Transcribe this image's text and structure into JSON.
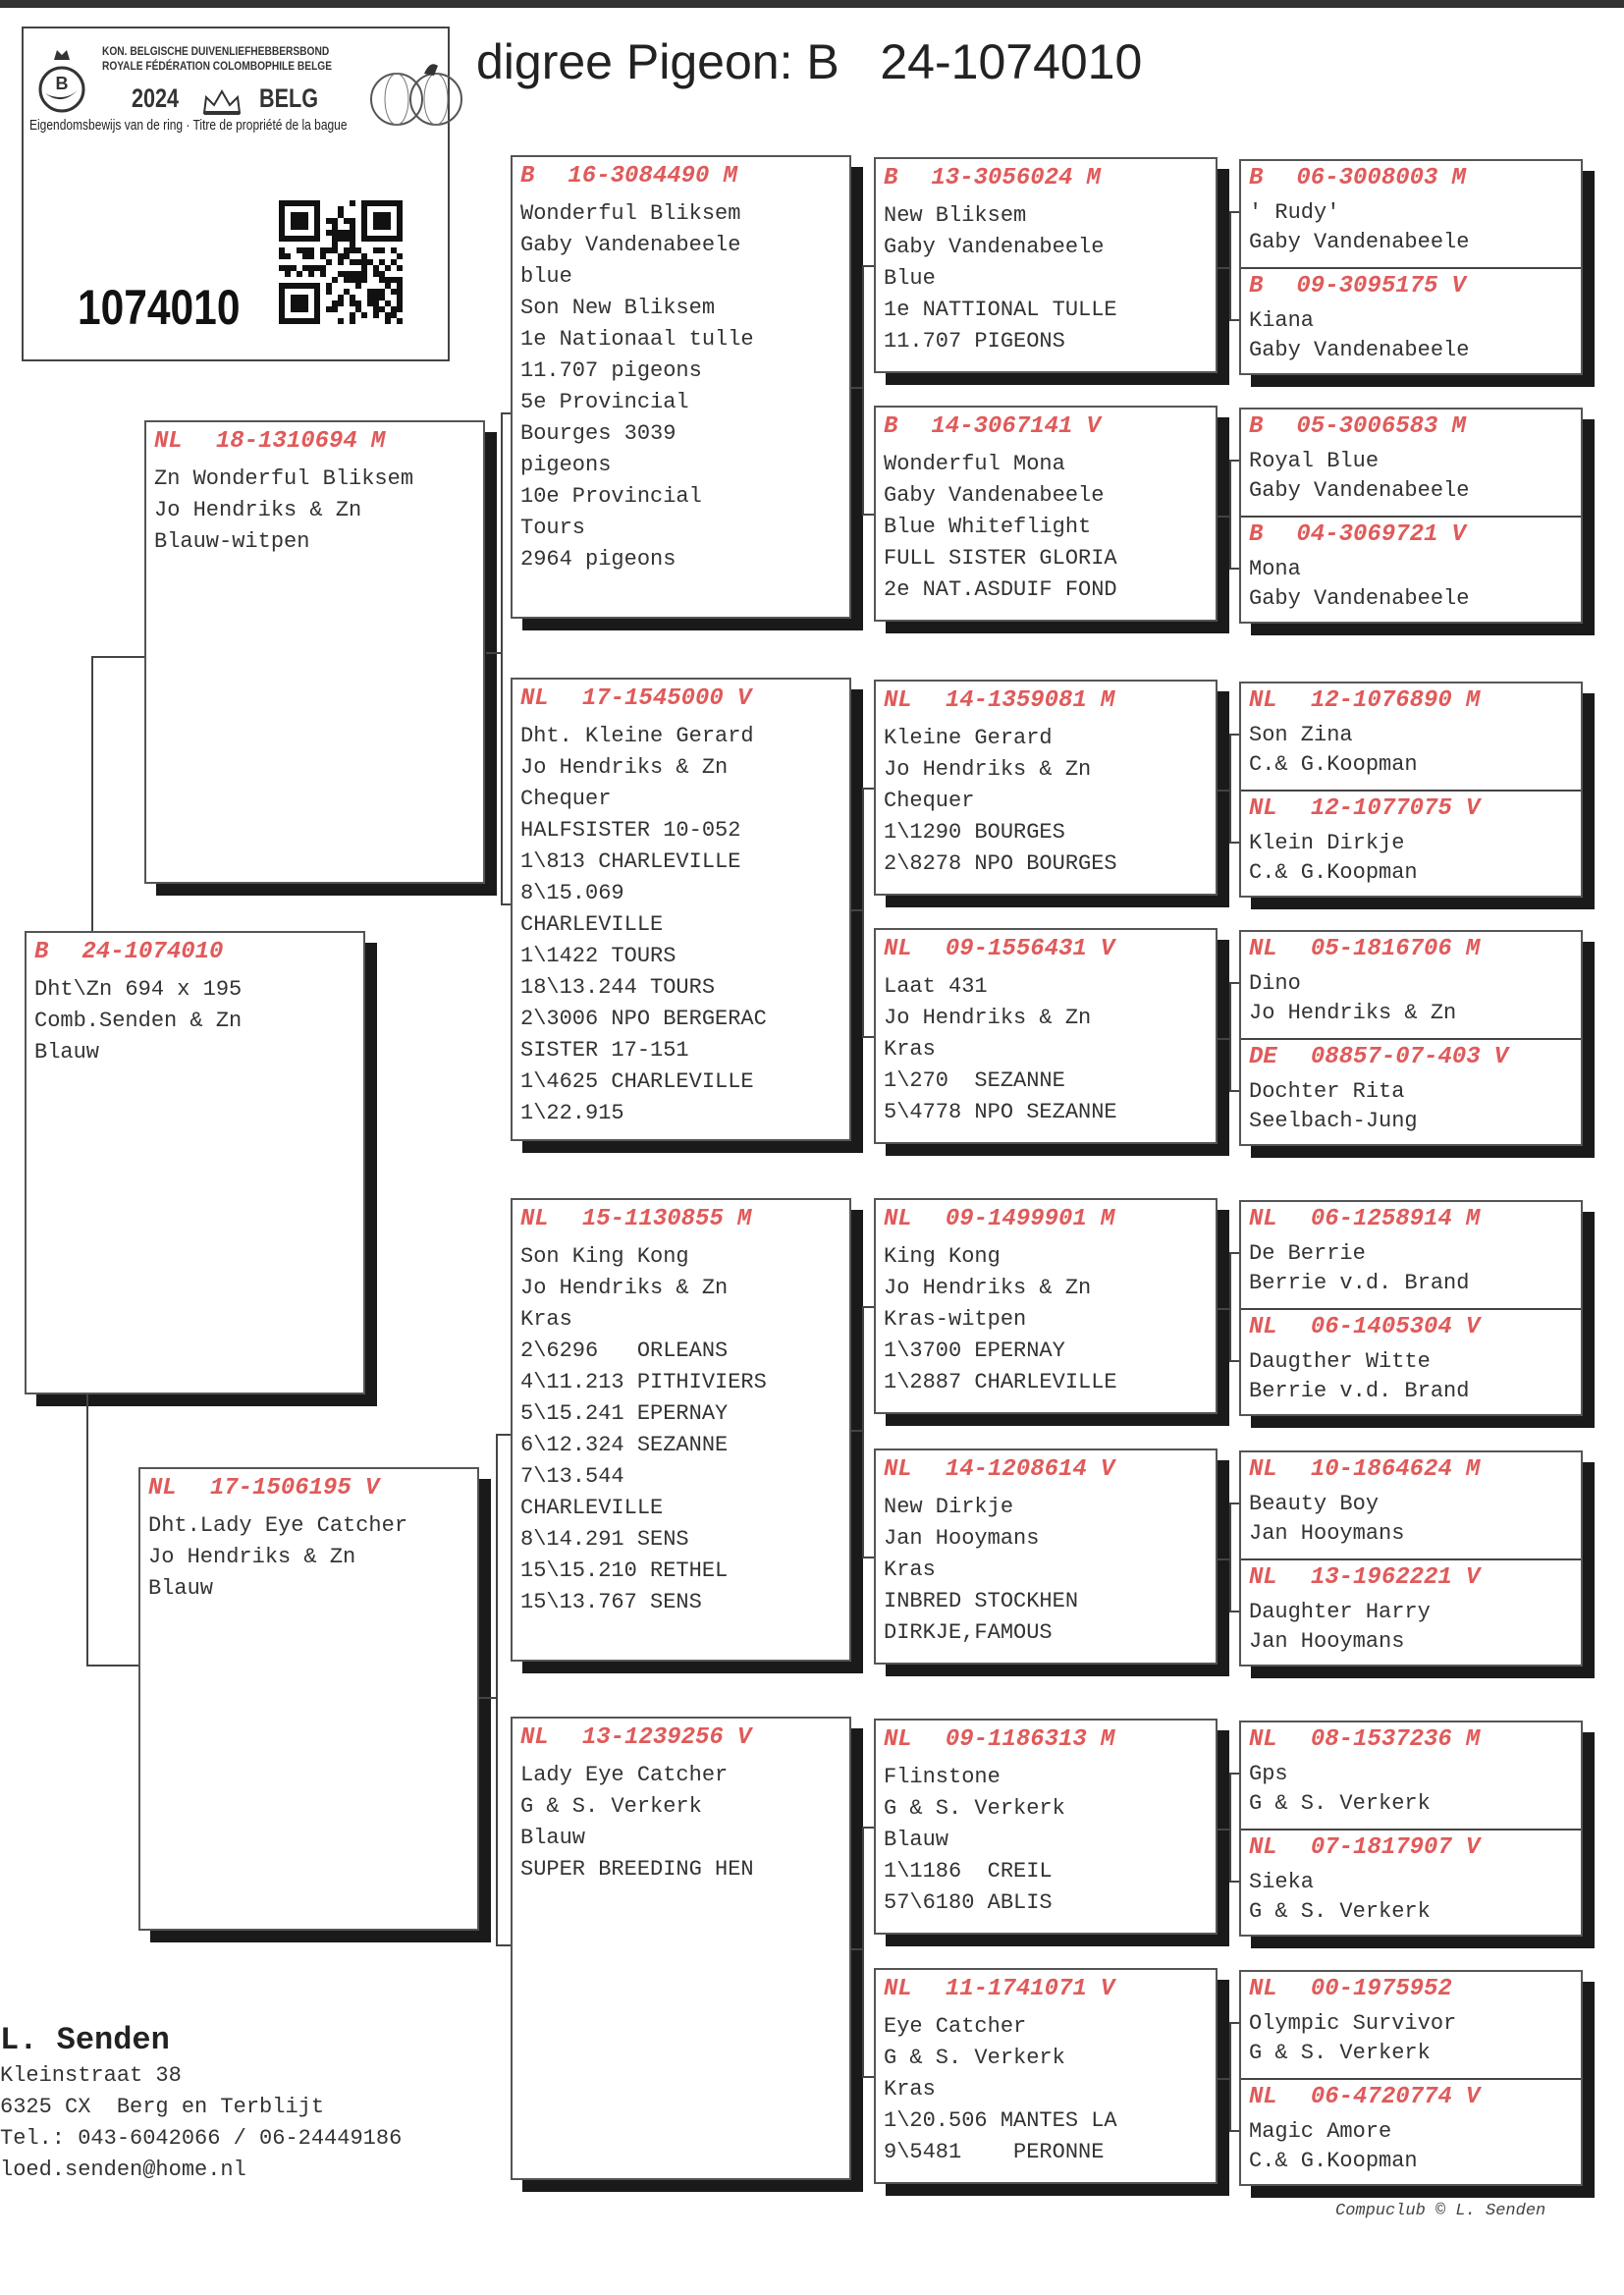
{
  "ring_card": {
    "org_line1": "KON. BELGISCHE DUIVENLIEFHEBBERSBOND",
    "org_line2": "ROYALE FÉDÉRATION COLOMBOPHILE BELGE",
    "year": "2024",
    "country": "BELG",
    "ownership": "Eigendomsbewijs van de ring · Titre de propriété de la bague",
    "ring_number": "1074010"
  },
  "title": "digree Pigeon: B   24-1074010",
  "pedigree": {
    "subject": {
      "country": "B",
      "ring": "24-1074010",
      "sex": "",
      "lines": [
        "Dht\\Zn 694 x 195",
        "Comb.Senden & Zn",
        "Blauw"
      ]
    },
    "gen1": [
      {
        "country": "NL",
        "ring": "18-1310694",
        "sex": "M",
        "lines": [
          "Zn Wonderful Bliksem",
          "Jo Hendriks & Zn",
          "Blauw-witpen"
        ]
      },
      {
        "country": "NL",
        "ring": "17-1506195",
        "sex": "V",
        "lines": [
          "Dht.Lady Eye Catcher",
          "Jo Hendriks & Zn",
          "Blauw"
        ]
      }
    ],
    "gen2": [
      {
        "country": "B",
        "ring": "16-3084490",
        "sex": "M",
        "lines": [
          "Wonderful Bliksem",
          "Gaby Vandenabeele",
          "blue",
          "Son New Bliksem",
          "1e Nationaal tulle",
          "11.707 pigeons",
          "5e Provincial",
          "Bourges 3039",
          "pigeons",
          "10e Provincial",
          "Tours",
          "2964 pigeons"
        ]
      },
      {
        "country": "NL",
        "ring": "17-1545000",
        "sex": "V",
        "lines": [
          "Dht. Kleine Gerard",
          "Jo Hendriks & Zn",
          "Chequer",
          "HALFSISTER 10-052",
          "1\\813 CHARLEVILLE",
          "8\\15.069",
          "CHARLEVILLE",
          "1\\1422 TOURS",
          "18\\13.244 TOURS",
          "2\\3006 NPO BERGERAC",
          "SISTER 17-151",
          "1\\4625 CHARLEVILLE",
          "1\\22.915"
        ]
      },
      {
        "country": "NL",
        "ring": "15-1130855",
        "sex": "M",
        "lines": [
          "Son King Kong",
          "Jo Hendriks & Zn",
          "Kras",
          "2\\6296   ORLEANS",
          "4\\11.213 PITHIVIERS",
          "5\\15.241 EPERNAY",
          "6\\12.324 SEZANNE",
          "7\\13.544",
          "CHARLEVILLE",
          "8\\14.291 SENS",
          "15\\15.210 RETHEL",
          "15\\13.767 SENS"
        ]
      },
      {
        "country": "NL",
        "ring": "13-1239256",
        "sex": "V",
        "lines": [
          "Lady Eye Catcher",
          "G & S. Verkerk",
          "Blauw",
          "SUPER BREEDING HEN"
        ]
      }
    ],
    "gen3": [
      {
        "country": "B",
        "ring": "13-3056024",
        "sex": "M",
        "lines": [
          "New Bliksem",
          "Gaby Vandenabeele",
          "Blue",
          "1e NATTIONAL TULLE",
          "11.707 PIGEONS"
        ]
      },
      {
        "country": "B",
        "ring": "14-3067141",
        "sex": "V",
        "lines": [
          "Wonderful Mona",
          "Gaby Vandenabeele",
          "Blue Whiteflight",
          "FULL SISTER GLORIA",
          "2e NAT.ASDUIF FOND"
        ]
      },
      {
        "country": "NL",
        "ring": "14-1359081",
        "sex": "M",
        "lines": [
          "Kleine Gerard",
          "Jo Hendriks & Zn",
          "Chequer",
          "1\\1290 BOURGES",
          "2\\8278 NPO BOURGES"
        ]
      },
      {
        "country": "NL",
        "ring": "09-1556431",
        "sex": "V",
        "lines": [
          "Laat 431",
          "Jo Hendriks & Zn",
          "Kras",
          "1\\270  SEZANNE",
          "5\\4778 NPO SEZANNE"
        ]
      },
      {
        "country": "NL",
        "ring": "09-1499901",
        "sex": "M",
        "lines": [
          "King Kong",
          "Jo Hendriks & Zn",
          "Kras-witpen",
          "1\\3700 EPERNAY",
          "1\\2887 CHARLEVILLE"
        ]
      },
      {
        "country": "NL",
        "ring": "14-1208614",
        "sex": "V",
        "lines": [
          "New Dirkje",
          "Jan Hooymans",
          "Kras",
          "INBRED STOCKHEN",
          "DIRKJE,FAMOUS"
        ]
      },
      {
        "country": "NL",
        "ring": "09-1186313",
        "sex": "M",
        "lines": [
          "Flinstone",
          "G & S. Verkerk",
          "Blauw",
          "1\\1186  CREIL",
          "57\\6180 ABLIS"
        ]
      },
      {
        "country": "NL",
        "ring": "11-1741071",
        "sex": "V",
        "lines": [
          "Eye Catcher",
          "G & S. Verkerk",
          "Kras",
          "1\\20.506 MANTES LA",
          "9\\5481    PERONNE"
        ]
      }
    ],
    "gen4": [
      {
        "country": "B",
        "ring": "06-3008003",
        "sex": "M",
        "lines": [
          "' Rudy'",
          "Gaby Vandenabeele"
        ]
      },
      {
        "country": "B",
        "ring": "09-3095175",
        "sex": "V",
        "lines": [
          "Kiana",
          "Gaby Vandenabeele"
        ]
      },
      {
        "country": "B",
        "ring": "05-3006583",
        "sex": "M",
        "lines": [
          "Royal Blue",
          "Gaby Vandenabeele"
        ]
      },
      {
        "country": "B",
        "ring": "04-3069721",
        "sex": "V",
        "lines": [
          "Mona",
          "Gaby Vandenabeele"
        ]
      },
      {
        "country": "NL",
        "ring": "12-1076890",
        "sex": "M",
        "lines": [
          "Son Zina",
          "C.& G.Koopman"
        ]
      },
      {
        "country": "NL",
        "ring": "12-1077075",
        "sex": "V",
        "lines": [
          "Klein Dirkje",
          "C.& G.Koopman"
        ]
      },
      {
        "country": "NL",
        "ring": "05-1816706",
        "sex": "M",
        "lines": [
          "Dino",
          "Jo Hendriks & Zn"
        ]
      },
      {
        "country": "DE",
        "ring": "08857-07-403",
        "sex": "V",
        "lines": [
          "Dochter Rita",
          "Seelbach-Jung"
        ]
      },
      {
        "country": "NL",
        "ring": "06-1258914",
        "sex": "M",
        "lines": [
          "De Berrie",
          "Berrie v.d. Brand"
        ]
      },
      {
        "country": "NL",
        "ring": "06-1405304",
        "sex": "V",
        "lines": [
          "Daugther Witte",
          "Berrie v.d. Brand"
        ]
      },
      {
        "country": "NL",
        "ring": "10-1864624",
        "sex": "M",
        "lines": [
          "Beauty Boy",
          "Jan Hooymans"
        ]
      },
      {
        "country": "NL",
        "ring": "13-1962221",
        "sex": "V",
        "lines": [
          "Daughter Harry",
          "Jan Hooymans"
        ]
      },
      {
        "country": "NL",
        "ring": "08-1537236",
        "sex": "M",
        "lines": [
          "Gps",
          "G & S. Verkerk"
        ]
      },
      {
        "country": "NL",
        "ring": "07-1817907",
        "sex": "V",
        "lines": [
          "Sieka",
          "G & S. Verkerk"
        ]
      },
      {
        "country": "NL",
        "ring": "00-1975952",
        "sex": "",
        "lines": [
          "Olympic Survivor",
          "G & S. Verkerk"
        ]
      },
      {
        "country": "NL",
        "ring": "06-4720774",
        "sex": "V",
        "lines": [
          "Magic Amore",
          "C.& G.Koopman"
        ]
      }
    ]
  },
  "breeder": {
    "name": "L. Senden",
    "street": "Kleinstraat 38",
    "city": "6325 CX  Berg en Terblijt",
    "phone": "Tel.: 043-6042066 / 06-24449186",
    "email": "loed.senden@home.nl"
  },
  "credit": "Compuclub © L. Senden",
  "colors": {
    "ring_header": "#e05a5a",
    "shadow": "#1a1a1a",
    "text": "#333333"
  }
}
